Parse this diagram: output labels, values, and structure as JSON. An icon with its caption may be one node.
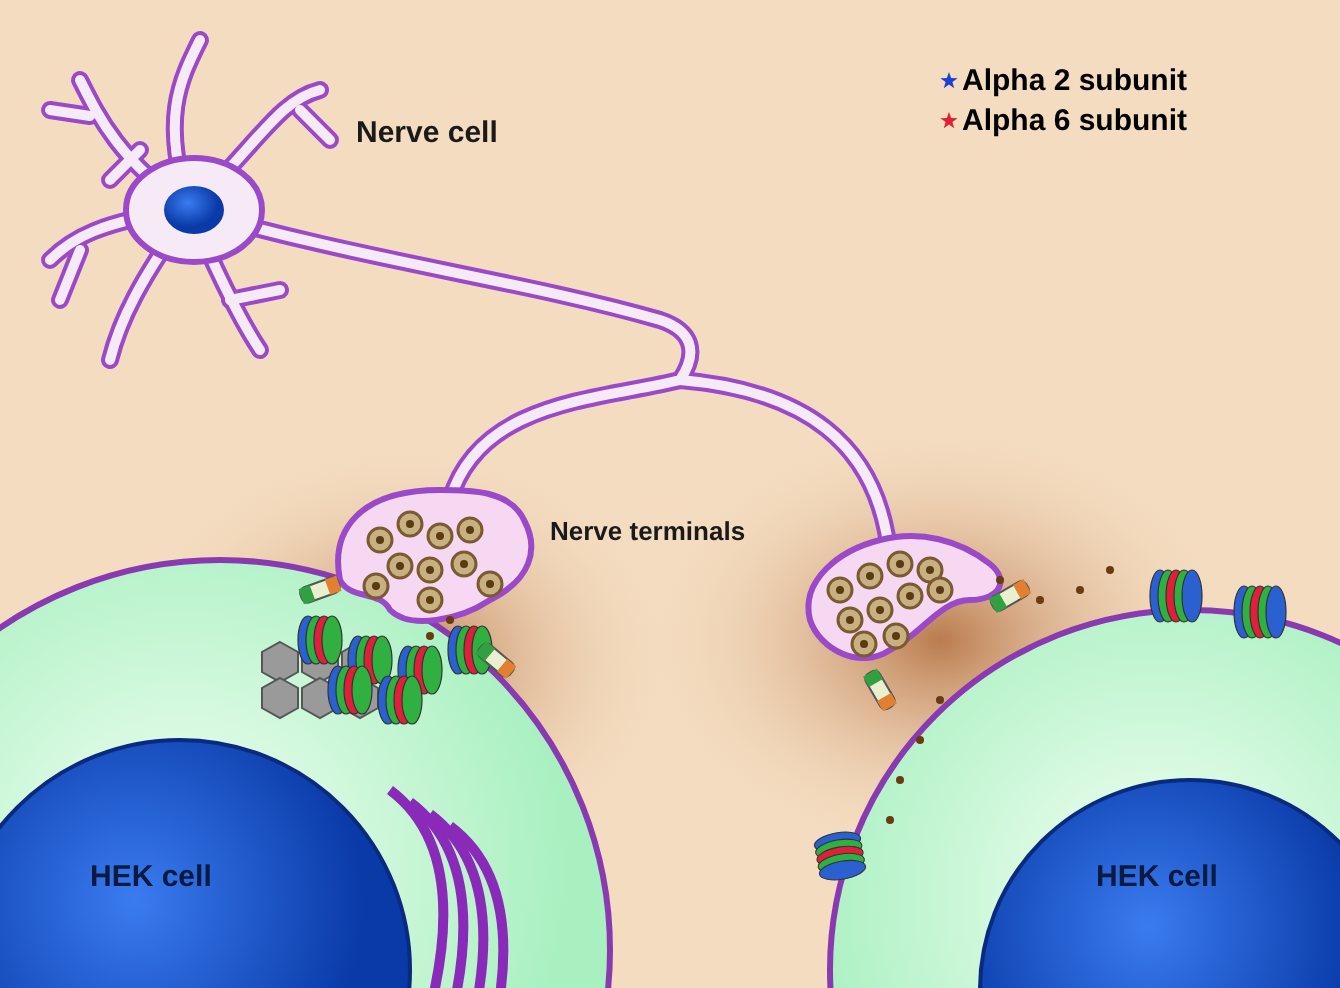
{
  "diagram": {
    "labels": [
      "Nerve cell",
      "Nerve terminals",
      "HEK cell",
      "HEK cell"
    ],
    "legend": [
      {
        "text": "Alpha 2 subunit",
        "color": "#1f3fd0"
      },
      {
        "text": "Alpha 6 subunit",
        "color": "#e0203a"
      }
    ]
  }
}
